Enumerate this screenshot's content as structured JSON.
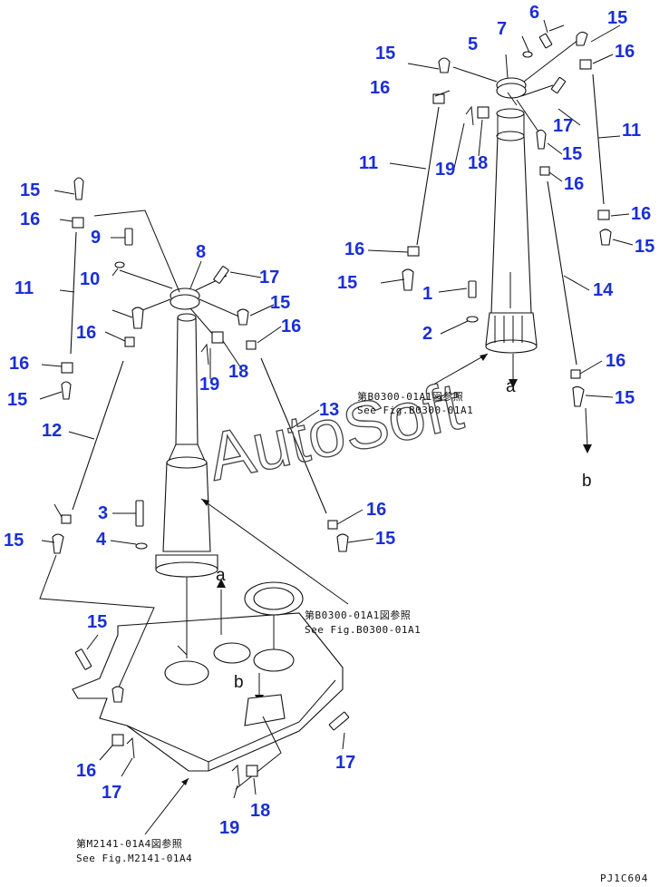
{
  "callouts": [
    "15",
    "6",
    "7",
    "15",
    "16",
    "5",
    "16",
    "17",
    "11",
    "15",
    "16",
    "11",
    "18",
    "19",
    "15",
    "16",
    "9",
    "8",
    "17",
    "10",
    "15",
    "16",
    "15",
    "16",
    "11",
    "12",
    "16",
    "13",
    "18",
    "19",
    "14",
    "16",
    "15",
    "16",
    "15",
    "3",
    "15",
    "16",
    "4",
    "15",
    "17",
    "16",
    "18",
    "17",
    "19"
  ],
  "letters": {
    "a_right": "a",
    "b_right": "b",
    "a_left": "a",
    "b_left": "b"
  },
  "references": {
    "ref1_jp": "第B0300-01A1図参照",
    "ref1_en": "See Fig.B0300-01A1",
    "ref2_jp": "第B0300-01A1図参照",
    "ref2_en": "See Fig.B0300-01A1",
    "ref3_jp": "第M2141-01A4図参照",
    "ref3_en": "See Fig.M2141-01A4"
  },
  "watermark": "AutoSoft",
  "figure_code": "PJ1C604"
}
